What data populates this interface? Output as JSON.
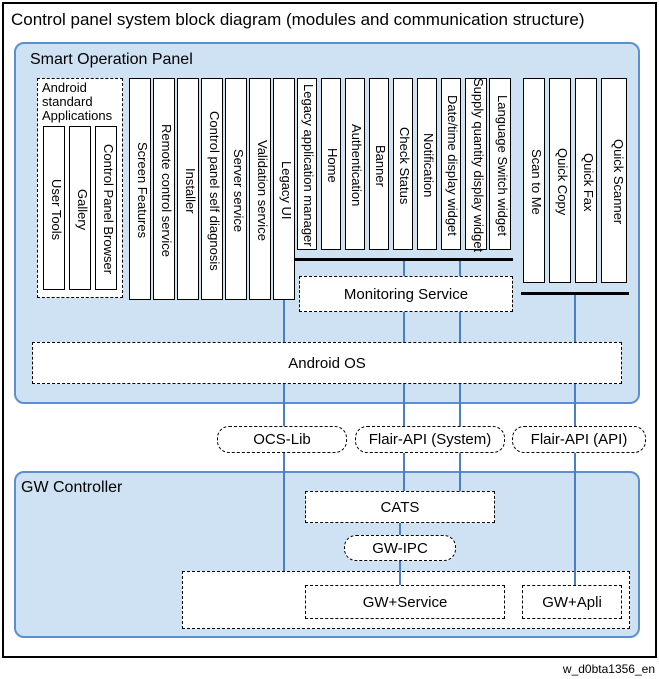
{
  "title": "Control panel system block diagram (modules and communication structure)",
  "smart_panel": {
    "title": "Smart Operation Panel",
    "android_group_label": [
      "Android",
      "standard",
      "Applications"
    ],
    "android_apps": [
      "User Tools",
      "Gallery",
      "Control Panel Browser"
    ],
    "service_modules": [
      "Screen Features",
      "Remote control service",
      "Installer",
      "Control panel self diagnosis",
      "Server service",
      "Validation service",
      "Legacy UI"
    ],
    "ui_modules": [
      "Legacy application manager",
      "Home",
      "Authentication",
      "Banner",
      "Check Status",
      "Notification",
      "Date/time display widget",
      "Supply quantity display widget",
      "Language Switch widget"
    ],
    "apps": [
      "Scan to Me",
      "Quick Copy",
      "Quick Fax",
      "Quick Scanner"
    ],
    "monitoring_service": "Monitoring Service",
    "android_os": "Android OS"
  },
  "interfaces": {
    "ocs_lib": "OCS-Lib",
    "flair_api_system": "Flair-API (System)",
    "flair_api_api": "Flair-API (API)"
  },
  "gw_controller": {
    "title": "GW Controller",
    "cats": "CATS",
    "gw_ipc": "GW-IPC",
    "gw_service": "GW+Service",
    "gw_apli": "GW+Apli"
  },
  "reference_id": "w_d0bta1356_en",
  "colors": {
    "panel_fill": "#cfe2f3",
    "panel_border": "#5b8fd0",
    "connector": "#4a7fc8"
  }
}
